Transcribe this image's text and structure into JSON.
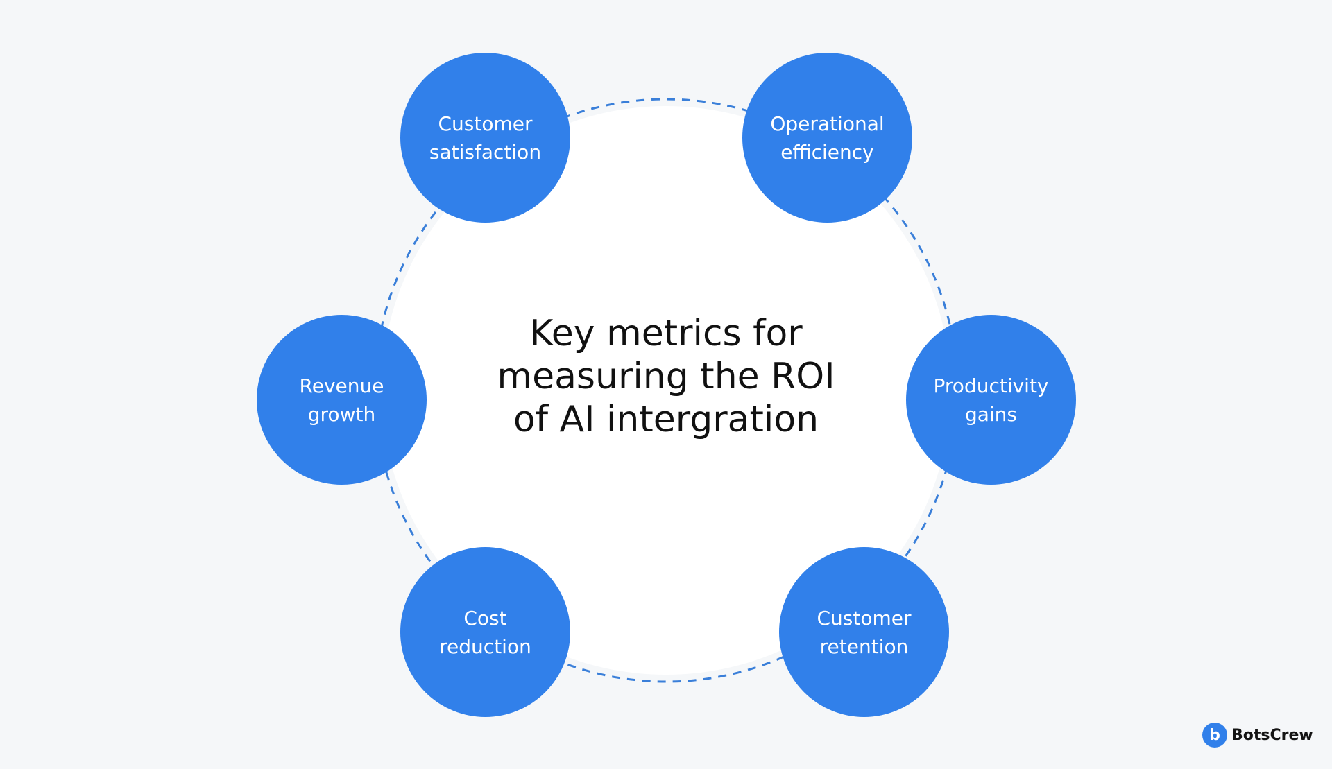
{
  "title": "Key metrics for\nmeasuring the ROI\nof AI intergration",
  "metrics": [
    {
      "label": "Customer\nsatisfaction"
    },
    {
      "label": "Operational\nefficiency"
    },
    {
      "label": "Revenue\ngrowth"
    },
    {
      "label": "Productivity\ngains"
    },
    {
      "label": "Cost\nreduction"
    },
    {
      "label": "Customer\nretention"
    }
  ],
  "brand": {
    "badge_letter": "b",
    "name": "BotsCrew"
  },
  "colors": {
    "background": "#f5f7f9",
    "circle_fill": "#3180ea",
    "ring_dash": "#3a7fd9",
    "center_fill": "#ffffff",
    "title_text": "#111111",
    "node_text": "#ffffff"
  }
}
